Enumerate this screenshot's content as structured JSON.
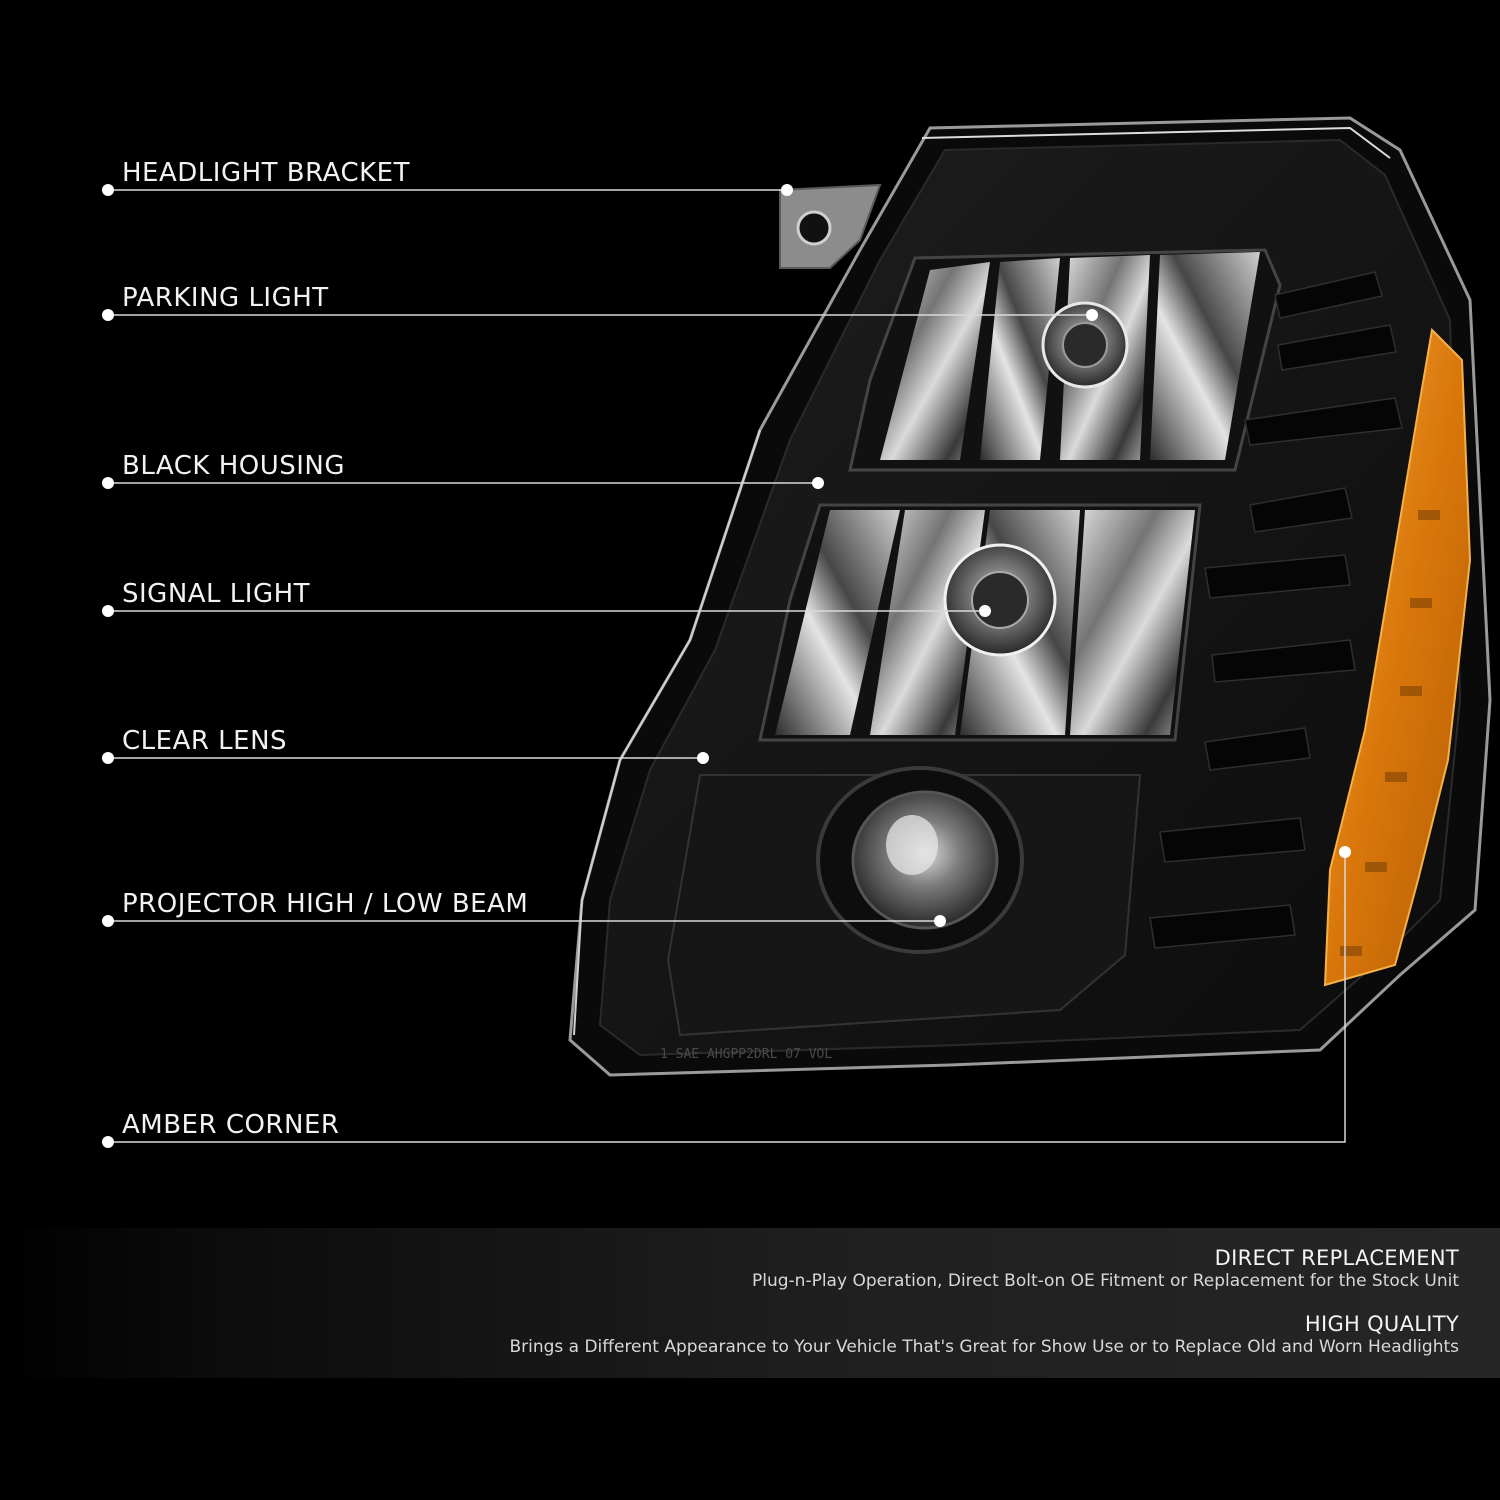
{
  "callouts": [
    {
      "id": "headlight-bracket",
      "label": "HEADLIGHT BRACKET"
    },
    {
      "id": "parking-light",
      "label": "PARKING LIGHT"
    },
    {
      "id": "black-housing",
      "label": "BLACK HOUSING"
    },
    {
      "id": "signal-light",
      "label": "SIGNAL LIGHT"
    },
    {
      "id": "clear-lens",
      "label": "CLEAR LENS"
    },
    {
      "id": "projector-beam",
      "label": "PROJECTOR HIGH / LOW BEAM"
    },
    {
      "id": "amber-corner",
      "label": "AMBER CORNER"
    }
  ],
  "lens_stamp": "1 SAE AHGPP2DRL 07 VOL",
  "features": [
    {
      "title": "DIRECT REPLACEMENT",
      "text": "Plug-n-Play Operation, Direct Bolt-on OE Fitment or Replacement for the Stock Unit"
    },
    {
      "title": "HIGH QUALITY",
      "text": "Brings a Different Appearance to Your Vehicle That's Great for Show Use or to Replace Old and Worn Headlights"
    }
  ],
  "colors": {
    "background": "#000000",
    "housing": "#141414",
    "amber": "#e0820c",
    "chrome": "#cfcfcf",
    "callout_line": "#d9d9d9"
  }
}
